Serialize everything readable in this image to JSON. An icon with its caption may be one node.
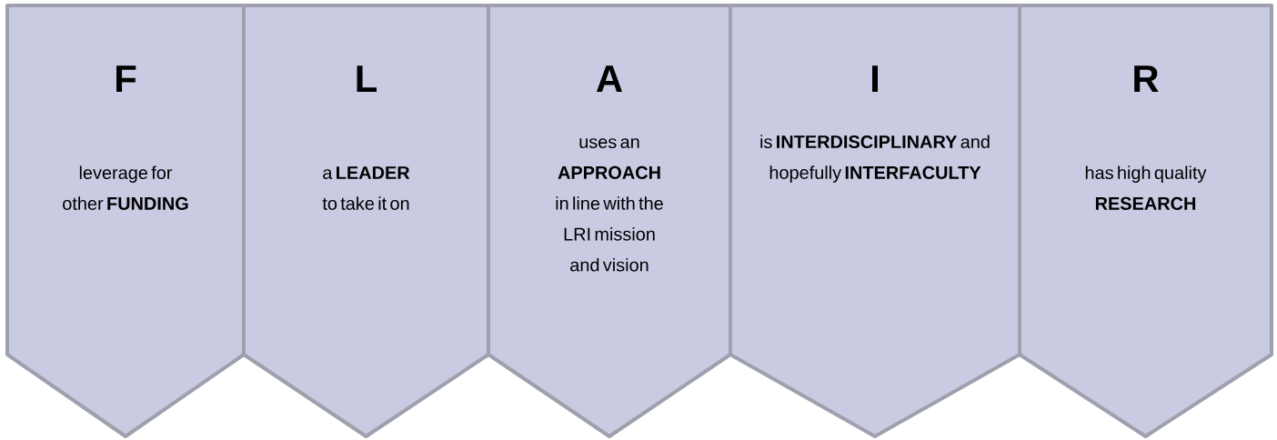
{
  "diagram": {
    "nodes": [
      {
        "text": [
          "F",
          "leverage for other **FUNDING**"
        ]
      },
      {
        "text": [
          "L",
          "a **LEADER** to take it on"
        ]
      },
      {
        "text": [
          "A",
          "uses an **APPROACH** in line with the LRI mission and vision"
        ]
      },
      {
        "text": [
          "I",
          "is **INTERDISCIPLINARY** and hopefully **INTERFACULTY**"
        ]
      },
      {
        "text": [
          "R",
          "has high quality **RESEARCH**"
        ]
      }
    ]
  }
}
